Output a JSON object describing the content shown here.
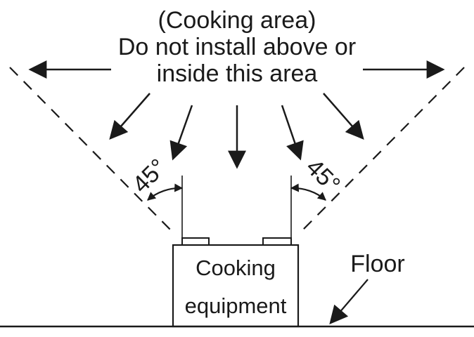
{
  "caption": {
    "line1": "(Cooking area)",
    "line2": "Do not install above or",
    "line3": "inside this area"
  },
  "angles": {
    "left": "45°",
    "right": "45°"
  },
  "equipment": {
    "line1": "Cooking",
    "line2": "equipment"
  },
  "floor_label": "Floor"
}
